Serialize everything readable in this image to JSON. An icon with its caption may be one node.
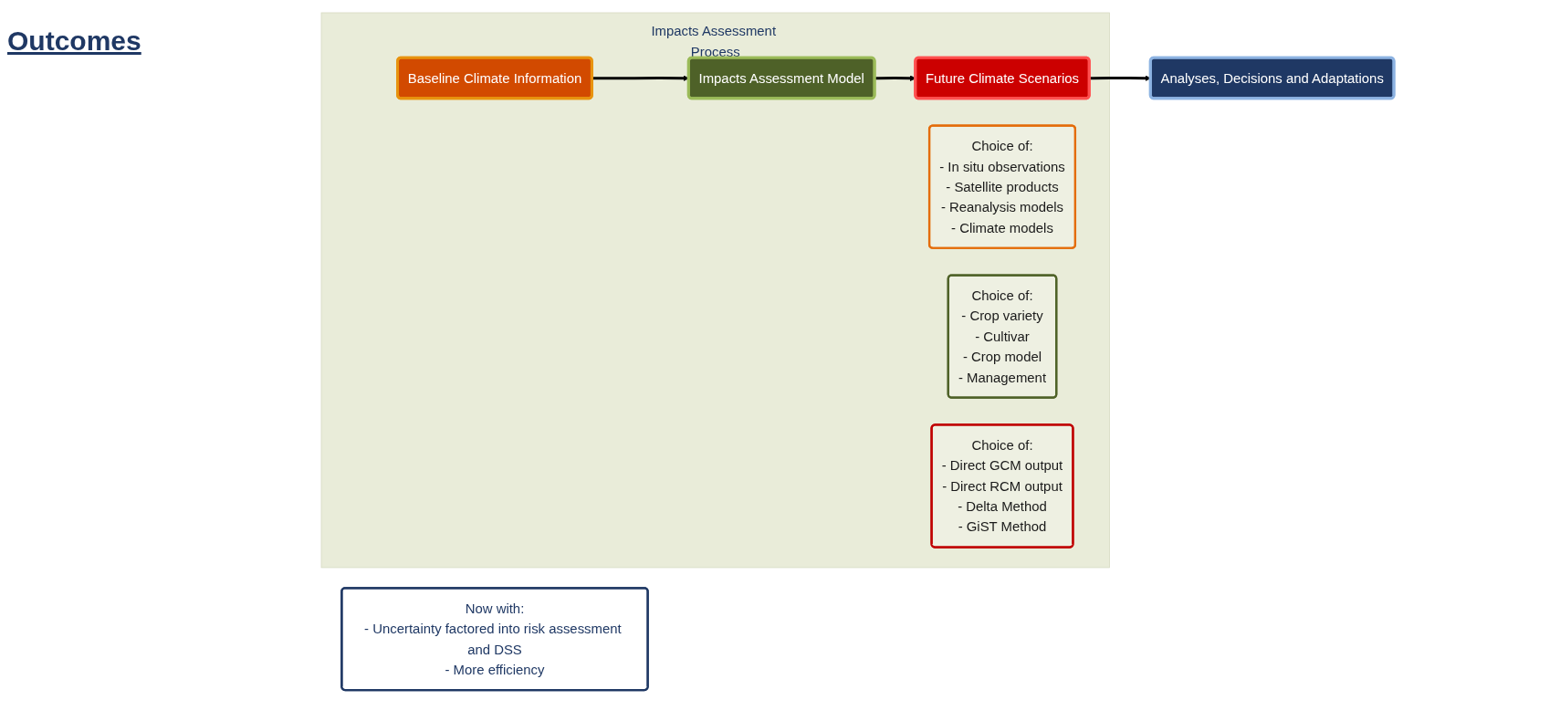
{
  "diagram": {
    "nodes": [
      {
        "text": [
          "Impacts Assessment Process"
        ]
      },
      {
        "text": [
          "Baseline Climate Information"
        ],
        "in": 0
      },
      {
        "text": [
          "Impacts Assessment Model"
        ],
        "in": 0
      },
      {
        "text": [
          "Future Climate Scenarios"
        ],
        "in": 0
      },
      {
        "text": [
          "Choice of:",
          "- In situ observations",
          "- Satellite products",
          "- Reanalysis models",
          "- Climate models"
        ],
        "in": 0
      },
      {
        "text": [
          "Choice of:",
          "- Crop variety",
          "- Cultivar",
          "- Crop model",
          "- Management"
        ],
        "in": 0
      },
      {
        "text": [
          "Choice of:",
          "- Direct GCM output",
          "- Direct RCM output",
          "- Delta Method",
          "- GiST Method"
        ],
        "in": 0
      },
      {
        "text": [
          "Analyses, Decisions and Adaptations"
        ]
      },
      {
        "text": [
          "Now with:",
          "- Uncertainty factored into risk assessment and DSS",
          "- More efficiency"
        ]
      }
    ],
    "edges": [
      {
        "from": 1,
        "to": 2,
        "arrow": "to"
      },
      {
        "from": 2,
        "to": 3,
        "arrow": "to"
      },
      {
        "from": 3,
        "to": 7,
        "arrow": "to"
      }
    ],
    "labels": [
      "Outcomes"
    ]
  }
}
